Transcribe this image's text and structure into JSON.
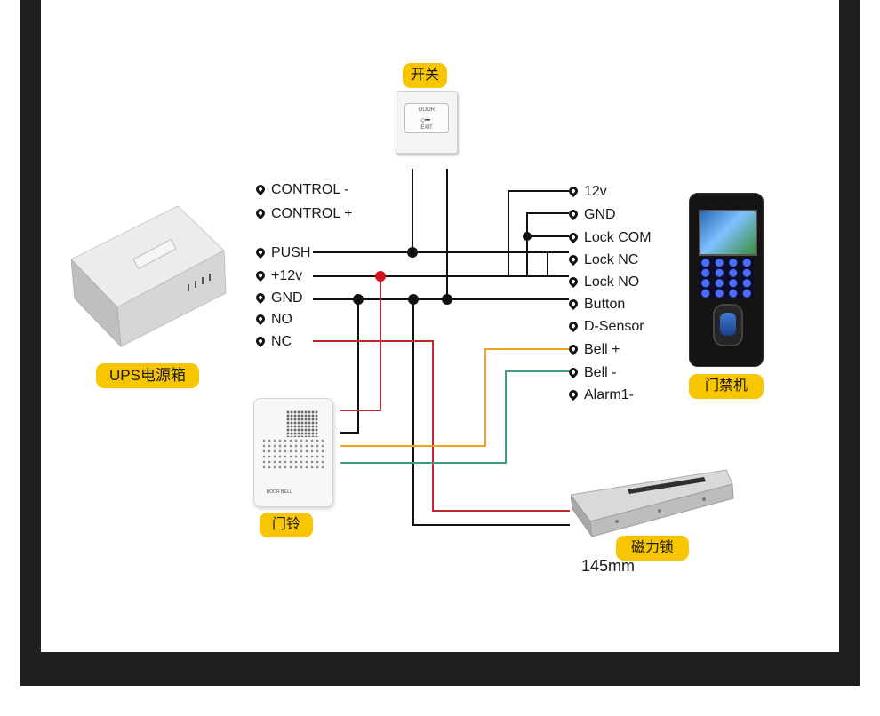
{
  "labels": {
    "switch": "开关",
    "ups": "UPS电源箱",
    "doorbell": "门铃",
    "access_controller": "门禁机",
    "magnetic_lock": "磁力锁",
    "lock_length": "145mm"
  },
  "ups_terminals": [
    "CONTROL -",
    "CONTROL +",
    "PUSH",
    "+12v",
    "GND",
    "NO",
    "NC"
  ],
  "controller_terminals": [
    "12v",
    "GND",
    "Lock COM",
    "Lock NC",
    "Lock NO",
    "Button",
    "D-Sensor",
    "Bell +",
    "Bell -",
    "Alarm1-"
  ],
  "device_text": {
    "exit_door": "DOOR",
    "exit_exit": "EXIT",
    "doorbell_label": "DOOR BELL"
  },
  "colors": {
    "badge": "#f7c600",
    "wire_black": "#111111",
    "wire_red": "#c0272d",
    "wire_orange": "#f3a31b",
    "wire_green": "#3d9e86",
    "frame": "#1f1f1f"
  }
}
